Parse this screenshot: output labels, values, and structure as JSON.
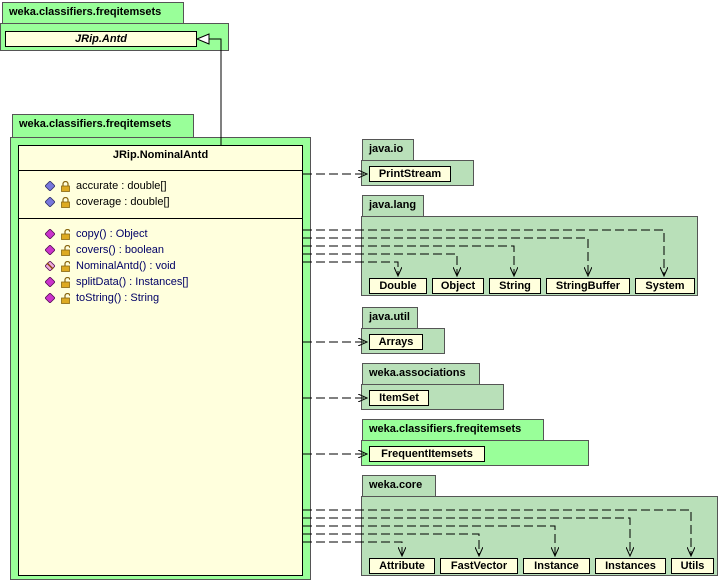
{
  "superclass": {
    "package": "weka.classifiers.freqitemsets",
    "class_name": "JRip.Antd"
  },
  "main": {
    "package": "weka.classifiers.freqitemsets",
    "class_name": "JRip.NominalAntd",
    "fields": [
      {
        "label": "accurate : double[]",
        "icon": "field-icon"
      },
      {
        "label": "coverage : double[]",
        "icon": "field-icon"
      }
    ],
    "methods": [
      {
        "label": "copy() : Object",
        "icon": "method-icon"
      },
      {
        "label": "covers() : boolean",
        "icon": "method-icon"
      },
      {
        "label": "NominalAntd() : void",
        "icon": "constructor-icon"
      },
      {
        "label": "splitData() : Instances[]",
        "icon": "method-icon"
      },
      {
        "label": "toString() : String",
        "icon": "method-icon"
      }
    ]
  },
  "dependencies": {
    "java_io": {
      "package": "java.io",
      "classes": [
        "PrintStream"
      ]
    },
    "java_lang": {
      "package": "java.lang",
      "classes": [
        "Double",
        "Object",
        "String",
        "StringBuffer",
        "System"
      ]
    },
    "java_util": {
      "package": "java.util",
      "classes": [
        "Arrays"
      ]
    },
    "weka_associations": {
      "package": "weka.associations",
      "classes": [
        "ItemSet"
      ]
    },
    "weka_freqitemsets": {
      "package": "weka.classifiers.freqitemsets",
      "classes": [
        "FrequentItemsets"
      ]
    },
    "weka_core": {
      "package": "weka.core",
      "classes": [
        "Attribute",
        "FastVector",
        "Instance",
        "Instances",
        "Utils"
      ]
    }
  },
  "colors": {
    "external_package": "#b9e0b9",
    "same_package": "#99ff99",
    "class_fill": "#ffffdd",
    "field_icon": "#7777dd",
    "method_icon": "#cc33cc",
    "lock_icon": "#ddaa22"
  }
}
